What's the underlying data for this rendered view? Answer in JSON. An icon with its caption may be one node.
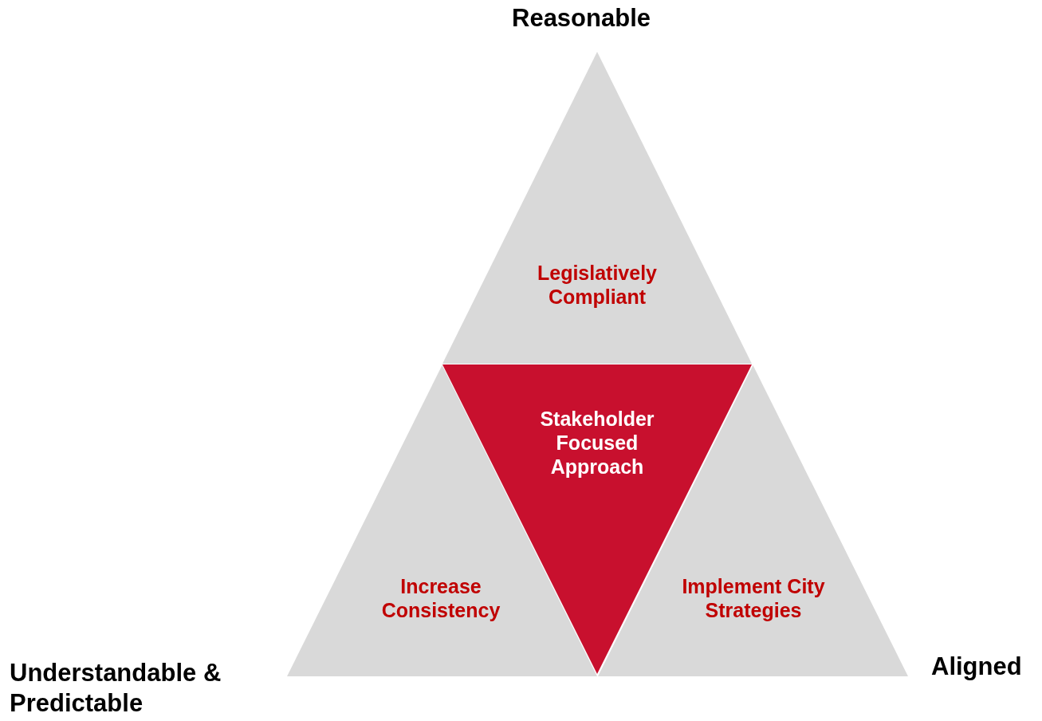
{
  "diagram": {
    "nodes": [
      {
        "text": [
          "Legislatively Compliant"
        ]
      },
      {
        "text": [
          "Stakeholder Focused Approach"
        ]
      },
      {
        "text": [
          "Increase Consistency"
        ]
      },
      {
        "text": [
          "Implement City Strategies"
        ]
      }
    ],
    "labels": [
      "Reasonable",
      "Understandable & Predictable",
      "Aligned"
    ]
  }
}
